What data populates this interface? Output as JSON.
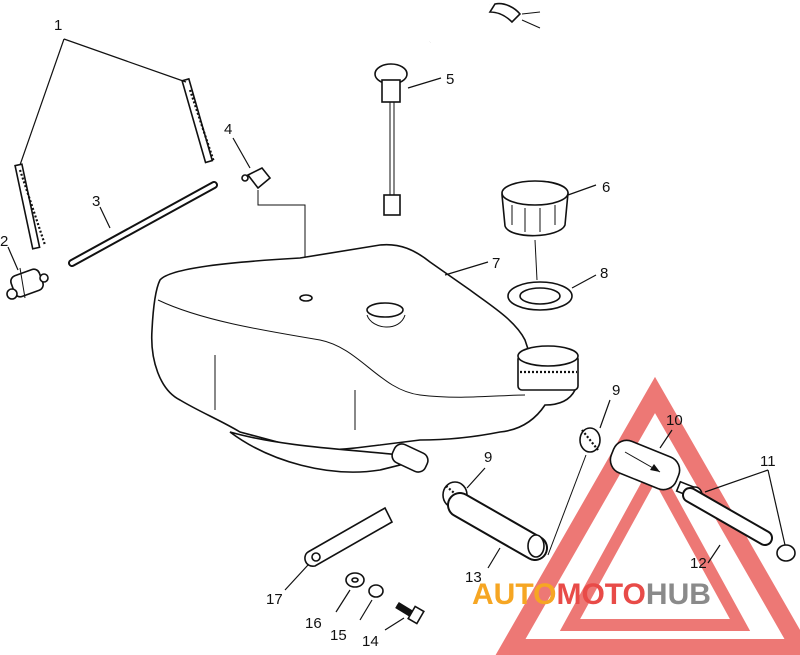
{
  "callouts": [
    "1",
    "2",
    "3",
    "4",
    "5",
    "6",
    "7",
    "8",
    "9",
    "9",
    "10",
    "11",
    "12",
    "13",
    "14",
    "15",
    "16",
    "17"
  ],
  "watermark": {
    "part1": "AUTO",
    "part2": "MOTO",
    "part3": "HUB",
    "color_orange": "#f6a623",
    "color_red": "#e84b48",
    "color_gray": "#8a8a8a"
  }
}
